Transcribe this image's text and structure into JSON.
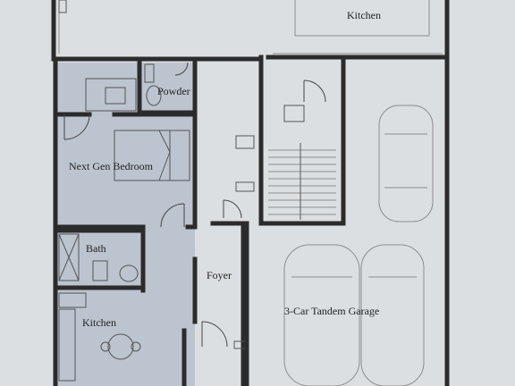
{
  "rooms": {
    "kitchen_top": "Kitchen",
    "powder": "Powder",
    "next_gen_bedroom": "Next Gen Bedroom",
    "bath": "Bath",
    "foyer": "Foyer",
    "kitchen_suite": "Kitchen",
    "garage": "3-Car Tandem Garage"
  },
  "colors": {
    "background": "#dcdfe2",
    "suite_fill": "#bcc4cf",
    "walls": "#2b2b2b"
  }
}
